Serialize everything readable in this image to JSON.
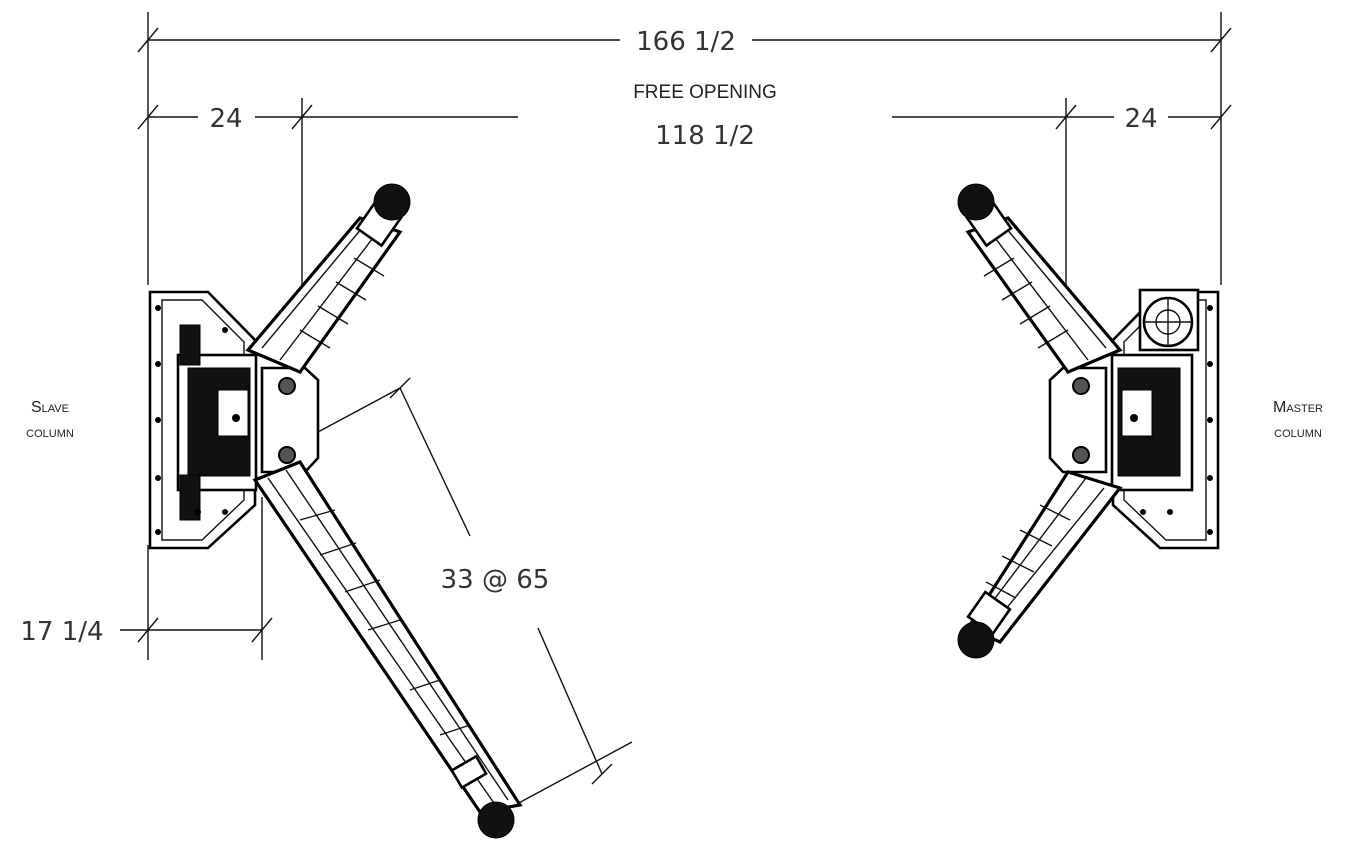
{
  "dimensions": {
    "overall_width": "166 1/2",
    "free_opening_label": "FREE OPENING",
    "free_opening": "118 1/2",
    "left_offset": "24",
    "right_offset": "24",
    "arm_offset": "17 1/4",
    "arm_reach": "33 @ 65"
  },
  "labels": {
    "slave": [
      "Slave",
      "column"
    ],
    "master": [
      "Master",
      "column"
    ]
  }
}
